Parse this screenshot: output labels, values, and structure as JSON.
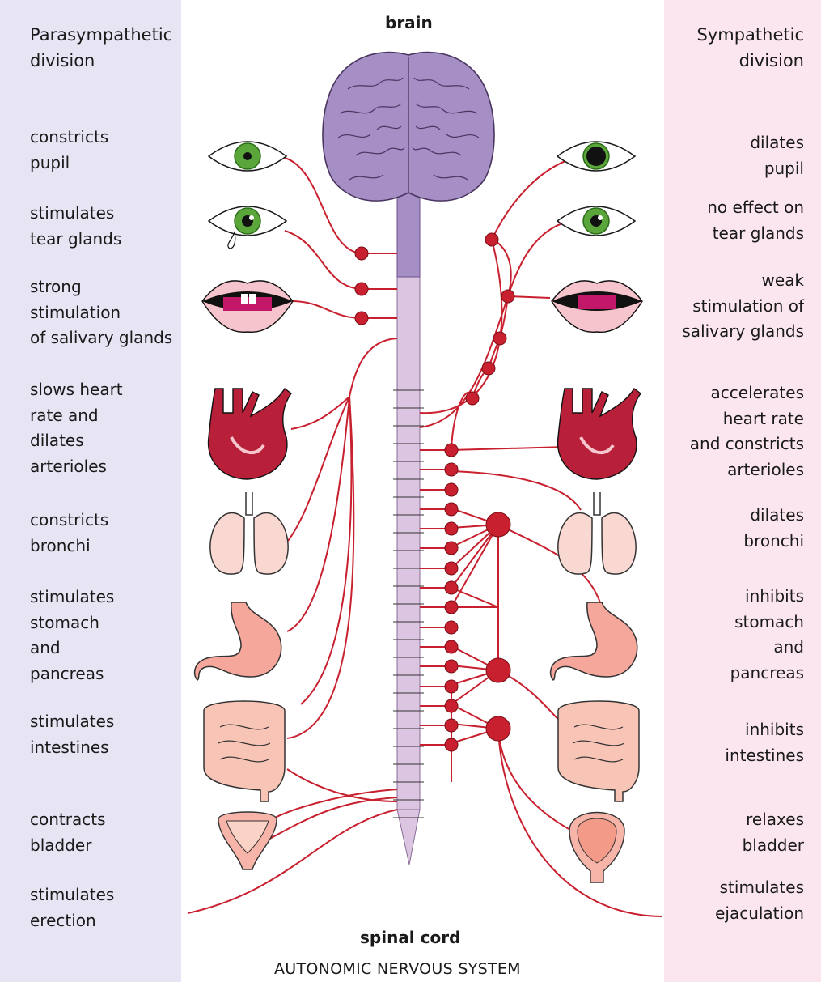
{
  "header": {
    "left_title": "Parasympathetic\ndivision",
    "right_title": "Sympathetic\ndivision",
    "brain": "brain",
    "spinal_cord": "spinal cord",
    "system_title": "AUTONOMIC NERVOUS SYSTEM"
  },
  "parasympathetic": [
    "constricts\npupil",
    "stimulates\ntear glands",
    "strong\nstimulation\nof salivary glands",
    "slows heart\nrate and\ndilates\narterioles",
    "constricts\nbronchi",
    "stimulates\nstomach\nand\npancreas",
    "stimulates\nintestines",
    "contracts\nbladder",
    "stimulates\nerection"
  ],
  "sympathetic": [
    "dilates\npupil",
    "no effect on\ntear glands",
    "weak\nstimulation of\nsalivary glands",
    "accelerates\nheart rate\nand constricts\narterioles",
    "dilates\nbronchi",
    "inhibits\nstomach\nand\npancreas",
    "inhibits\nintestines",
    "relaxes\nbladder",
    "stimulates\nejaculation"
  ],
  "colors": {
    "parasympathetic_panel": "#e7e4f3",
    "sympathetic_panel": "#fbe6ef",
    "nerve": "#c8202e",
    "brain": "#a68fc4",
    "spinal_cord": "#dcc5e0",
    "organ_light": "#f9d8d2",
    "organ_dark": "#b8203a"
  }
}
